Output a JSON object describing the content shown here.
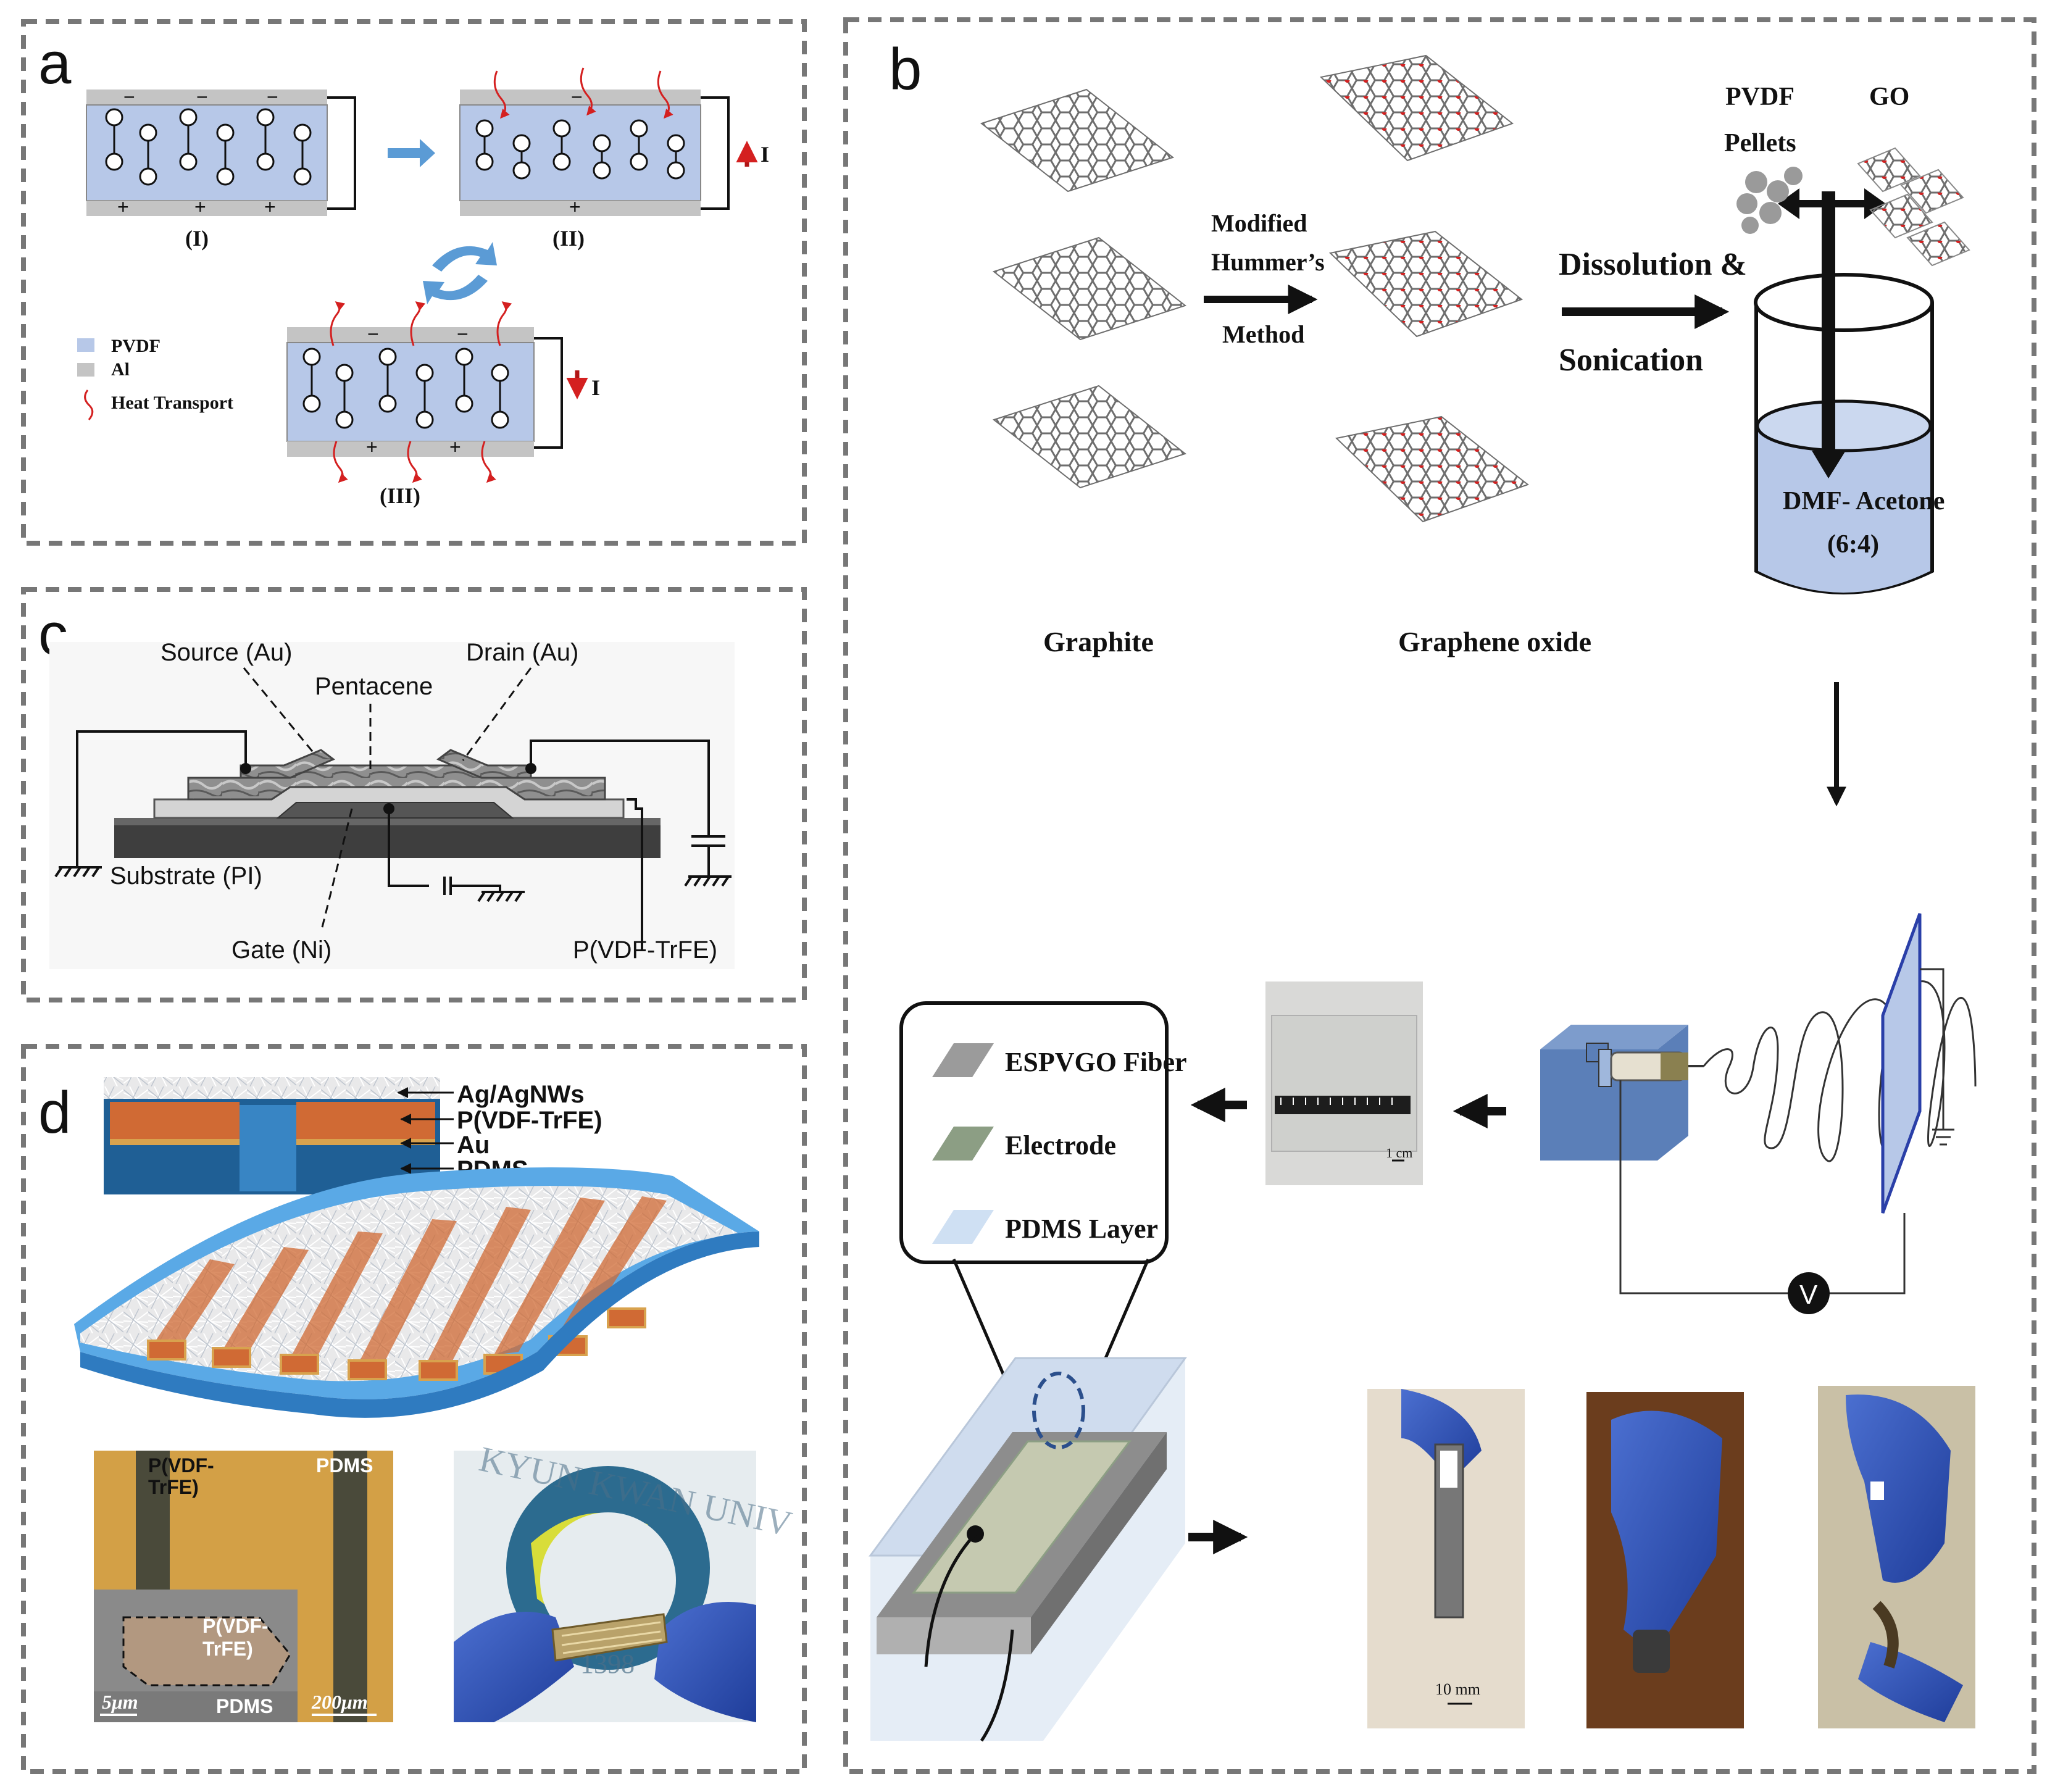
{
  "colors": {
    "pvdf": "#b7c8e8",
    "al": "#c4c4c4",
    "heat": "#d42020",
    "current": "#b01515",
    "swap_arrow": "#5b9bd5",
    "gold": "#d8a24e",
    "orange": "#d06a34",
    "pdms_blue": "#5aa9e6",
    "panel_border": "#777777"
  },
  "panel_a": {
    "letter": "a",
    "state_labels": [
      "(I)",
      "(II)",
      "(III)"
    ],
    "current_label": "I",
    "legend": [
      {
        "swatch": "pvdf",
        "label": "PVDF"
      },
      {
        "swatch": "al",
        "label": "Al"
      },
      {
        "swatch": "heat",
        "label": "Heat Transport"
      }
    ]
  },
  "panel_b": {
    "letter": "b",
    "graphite_label": "Graphite",
    "graphene_oxide_label": "Graphene oxide",
    "step1": [
      "Modified",
      "Hummer’s",
      "Method"
    ],
    "step2": [
      "Dissolution &",
      "Sonication"
    ],
    "pvdf_pellets": [
      "PVDF",
      "Pellets"
    ],
    "go_label": "GO",
    "solvent": [
      "DMF- Acetone",
      "(6:4)"
    ],
    "voltmeter": "V",
    "photo_scale": "1 cm",
    "layer_legend": [
      {
        "swatch": "#9b9b9b",
        "label": "ESPVGO Fiber"
      },
      {
        "swatch": "#8c9e84",
        "label": "Electrode"
      },
      {
        "swatch": "#cfe0f3",
        "label": "PDMS Layer"
      }
    ],
    "scale_10mm": "10 mm"
  },
  "panel_c": {
    "letter": "c",
    "labels": {
      "source": "Source (Au)",
      "drain": "Drain (Au)",
      "pentacene": "Pentacene",
      "substrate": "Substrate (PI)",
      "gate": "Gate (Ni)",
      "dielectric": "P(VDF-TrFE)"
    }
  },
  "panel_d": {
    "letter": "d",
    "layers": [
      "Ag/AgNWs",
      "P(VDF-TrFE)",
      "Au",
      "PDMS"
    ],
    "micro_labels": {
      "pvdf_top_1": "P(VDF-",
      "pvdf_top_2": "TrFE)",
      "pdms_top": "PDMS",
      "pvdf_inset_1": "P(VDF-",
      "pvdf_inset_2": "TrFE)",
      "pdms_inset": "PDMS",
      "scale_5": "5μm",
      "scale_200": "200μm"
    },
    "logo_text": "KYUN KWAN UNIV",
    "logo_year": "1398"
  }
}
